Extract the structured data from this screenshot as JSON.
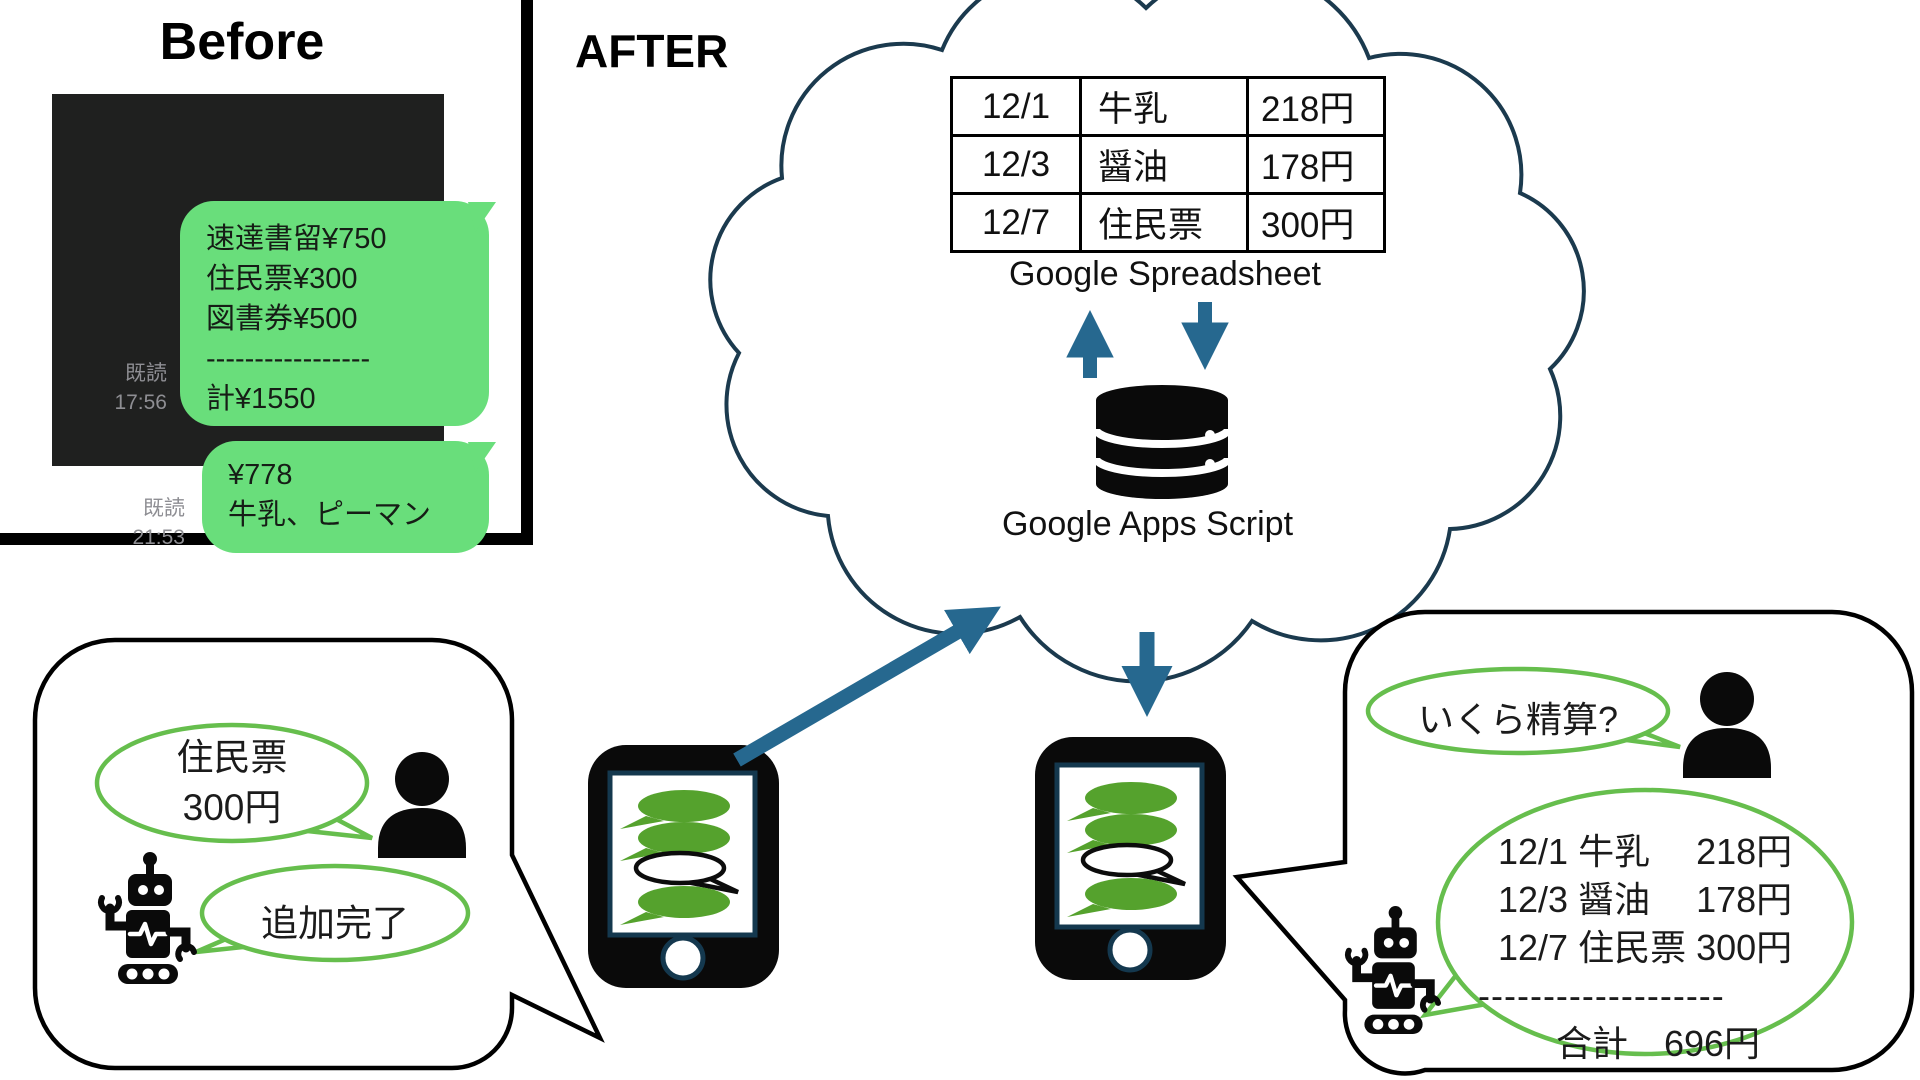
{
  "colors": {
    "line-green": "#69DE7B",
    "bubble-green-fill": "#55A22D",
    "green-outline": "#66BE4D",
    "arrow-blue": "#26688F",
    "cloud-navy": "#1B3A4E",
    "chat-bg": "#1F201F",
    "meta-gray": "#8E8E93",
    "ink": "#000000"
  },
  "before": {
    "title": "Before",
    "message1": {
      "lines": [
        "速達書留¥750",
        "住民票¥300",
        "図書券¥500",
        "-----------------",
        "計¥1550"
      ],
      "read": "既読",
      "time": "17:56"
    },
    "message2": {
      "lines": [
        "¥778",
        "牛乳、ピーマン"
      ],
      "read": "既読",
      "time": "21:53"
    }
  },
  "after": {
    "title": "AFTER",
    "spreadsheet_label": "Google Spreadsheet",
    "apps_script_label": "Google Apps Script",
    "table": {
      "rows": [
        [
          "12/1",
          "牛乳",
          "218円"
        ],
        [
          "12/3",
          "醤油",
          "178円"
        ],
        [
          "12/7",
          "住民票",
          "300円"
        ]
      ]
    },
    "left_chat": {
      "user_bubble_line1": "住民票",
      "user_bubble_line2": "300円",
      "bot_bubble": "追加完了"
    },
    "right_chat": {
      "user_bubble": "いくら精算?",
      "bot_lines": [
        "12/1 牛乳　 218円",
        "12/3 醤油　 178円",
        "12/7 住民票 300円",
        "-------------------",
        "合計　696円"
      ]
    }
  },
  "icons": {
    "user": "person-icon",
    "bot": "robot-icon",
    "storage": "database-icon",
    "device": "smartphone-icon",
    "message": "chat-bubble-icon",
    "cloud": "cloud-icon",
    "arrows": "arrow-icon"
  }
}
